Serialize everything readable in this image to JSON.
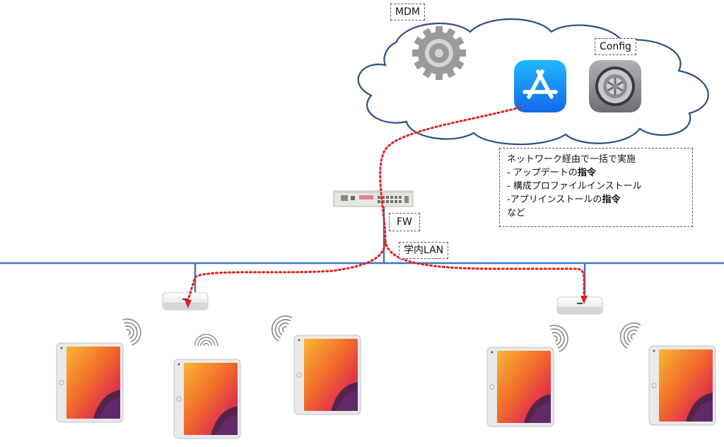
{
  "labels": {
    "mdm": "MDM",
    "config": "Config",
    "fw": "FW",
    "lan": "学内LAN"
  },
  "note": {
    "line1": "ネットワーク経由で一括で実施",
    "line2_pre": " - アップデートの",
    "line2_bold": "指令",
    "line3": " - 構成プロファイルインストール",
    "line4_pre": "-アプリインストールの",
    "line4_bold": "指令",
    "line5": "など"
  },
  "colors": {
    "network_line": "#4472c4",
    "dotted_path": "#e02020",
    "cloud_outline": "#2f4f7f",
    "appstore_blue": "#1a8cf5",
    "settings_gray": "#8e8e93"
  },
  "icons": {
    "mdm": "gear-cog-icon",
    "appstore": "app-store-icon",
    "settings": "settings-icon",
    "firewall": "firewall-appliance-icon",
    "ap": "wireless-access-point-icon",
    "tablet": "ipad-icon",
    "wifi": "wifi-signal-icon"
  }
}
